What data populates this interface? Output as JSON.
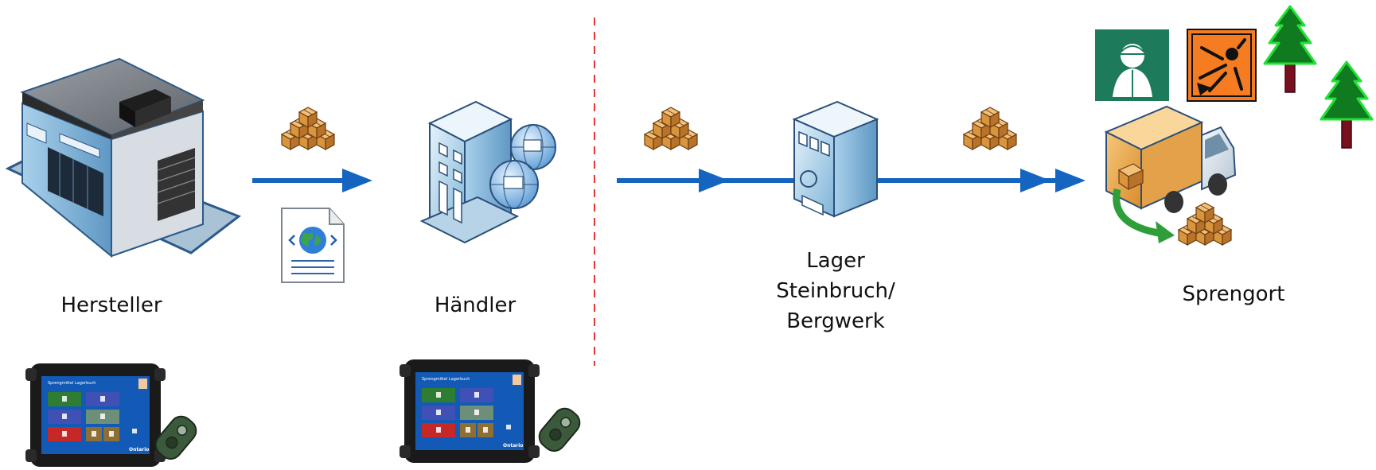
{
  "nodes": {
    "hersteller": {
      "label": "Hersteller"
    },
    "haendler": {
      "label": "Händler"
    },
    "lager": {
      "lines": [
        "Lager",
        "Steinbruch/",
        "Bergwerk"
      ]
    },
    "sprengort": {
      "label": "Sprengort"
    }
  },
  "tablet": {
    "app_title": "Sprengmittel Lagerbuch",
    "brand": "Ontario"
  },
  "colors": {
    "arrow": "#1565c0",
    "divider": "#e53935",
    "box": "#d98c2b",
    "tree": "#1a7f1a",
    "tile_green": "#2e7d32",
    "tile_blue": "#3f51b5",
    "tile_red": "#c62828",
    "sign_green": "#1d7b5c",
    "sign_orange": "#f57c20"
  }
}
